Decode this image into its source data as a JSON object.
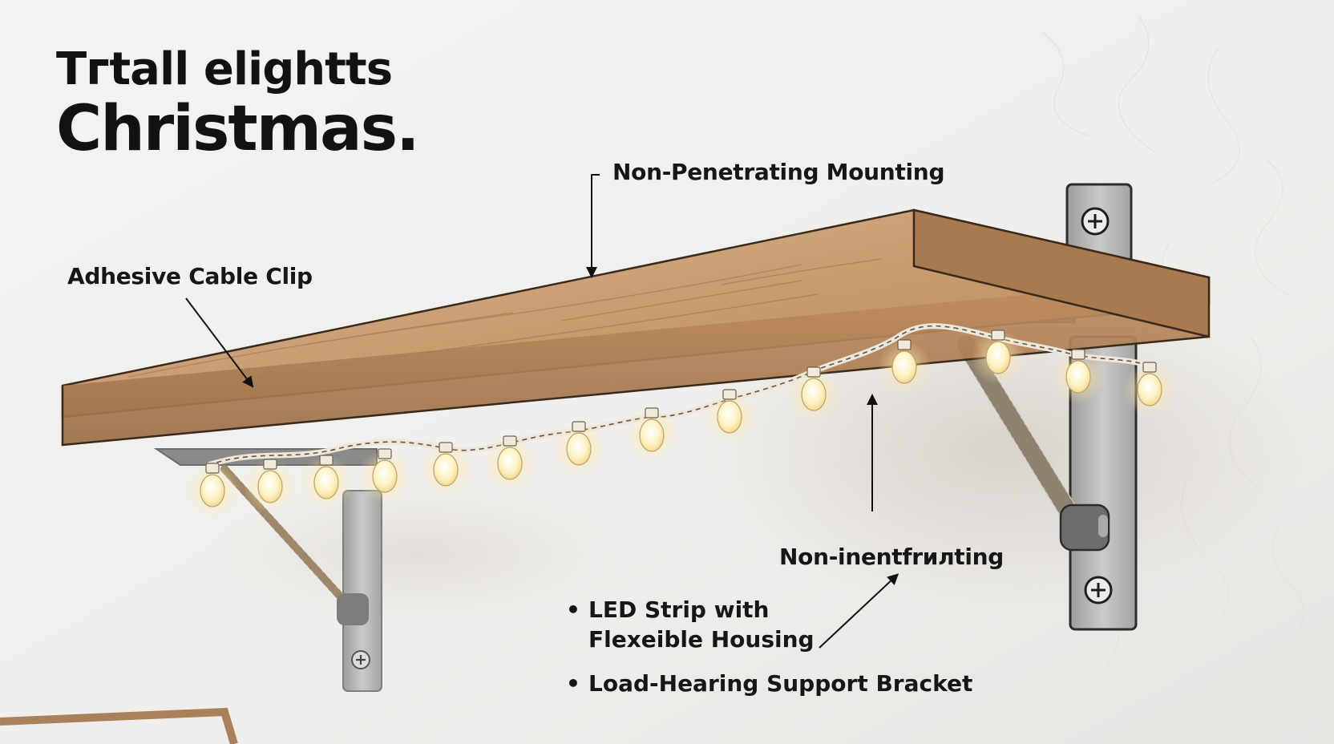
{
  "title": {
    "line1": "Tᴦtall elightts",
    "line2": "Christmas."
  },
  "callouts": {
    "non_penetrating_mounting": "Non-Penetrating Mounting",
    "adhesive_cable_clip": "Adhesive Cable Clip",
    "non_inentfruiting": "Non-inentfrилting"
  },
  "bullets": [
    "LED Strip with Flexeible Housing",
    "Load-Hearing Support Bracket"
  ],
  "colors": {
    "wall": "#f1f0ee",
    "wood": "#b98a5e",
    "bracket": "#b9b9b7",
    "bulb_glow": "#fff4c8"
  },
  "icons": [
    "screw-icon",
    "bulb-icon",
    "arrow-icon"
  ]
}
